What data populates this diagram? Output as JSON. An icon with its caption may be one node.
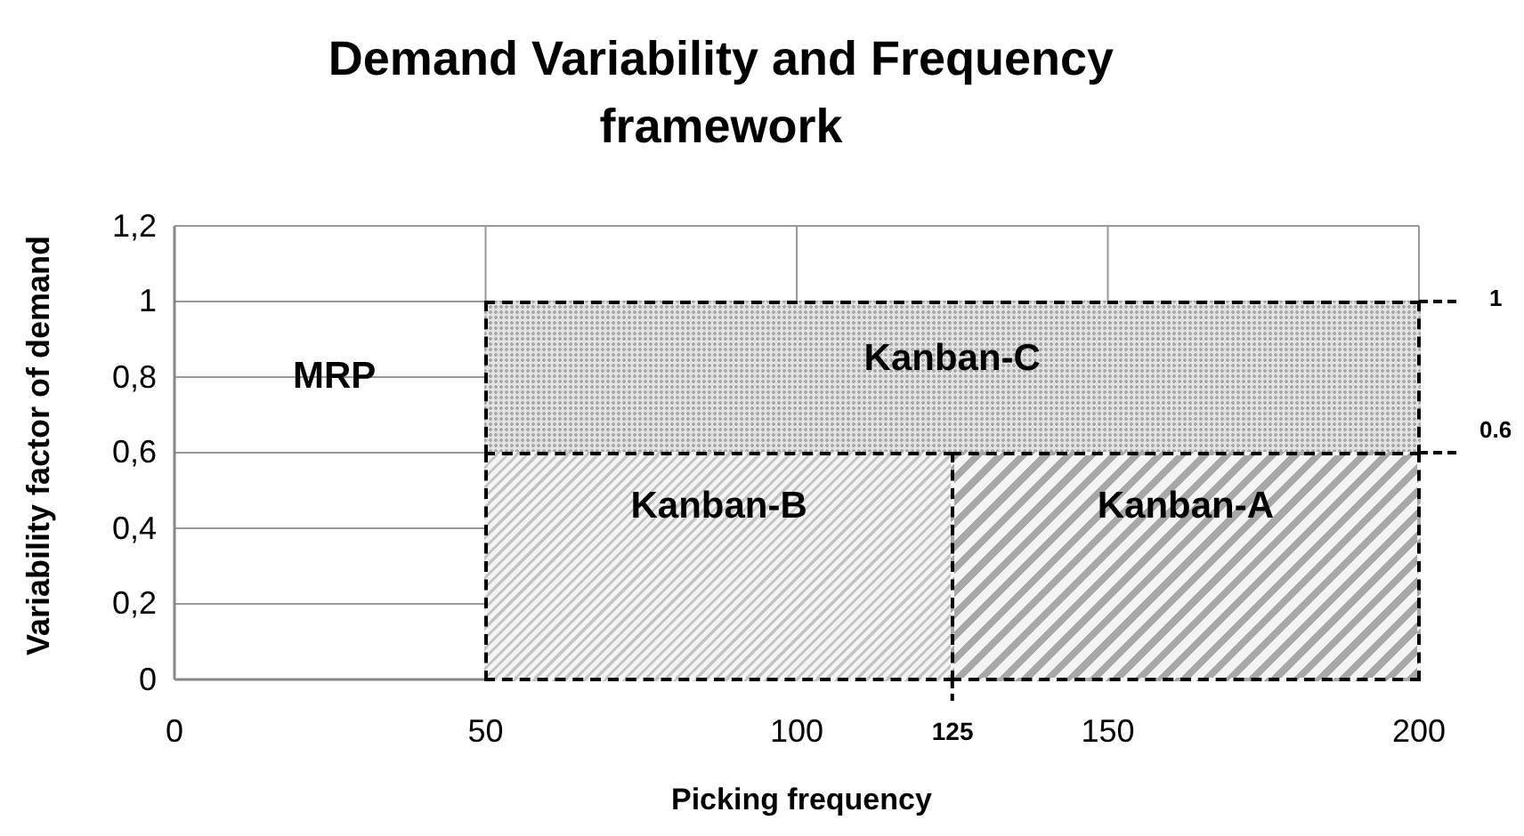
{
  "diagram": {
    "title": "Demand Variability and Frequency framework",
    "nodes": [
      {
        "text": [
          "Kanban-C"
        ]
      },
      {
        "text": [
          "Kanban-B"
        ]
      },
      {
        "text": [
          "Kanban-A"
        ]
      }
    ],
    "labels": [
      "Variability factor of demand",
      "1,2",
      "1",
      "0,8",
      "0,6",
      "0,4",
      "0,2",
      "0",
      "1",
      "0.6",
      "MRP",
      "0",
      "50",
      "100",
      "125",
      "150",
      "200",
      "Picking frequency"
    ]
  }
}
